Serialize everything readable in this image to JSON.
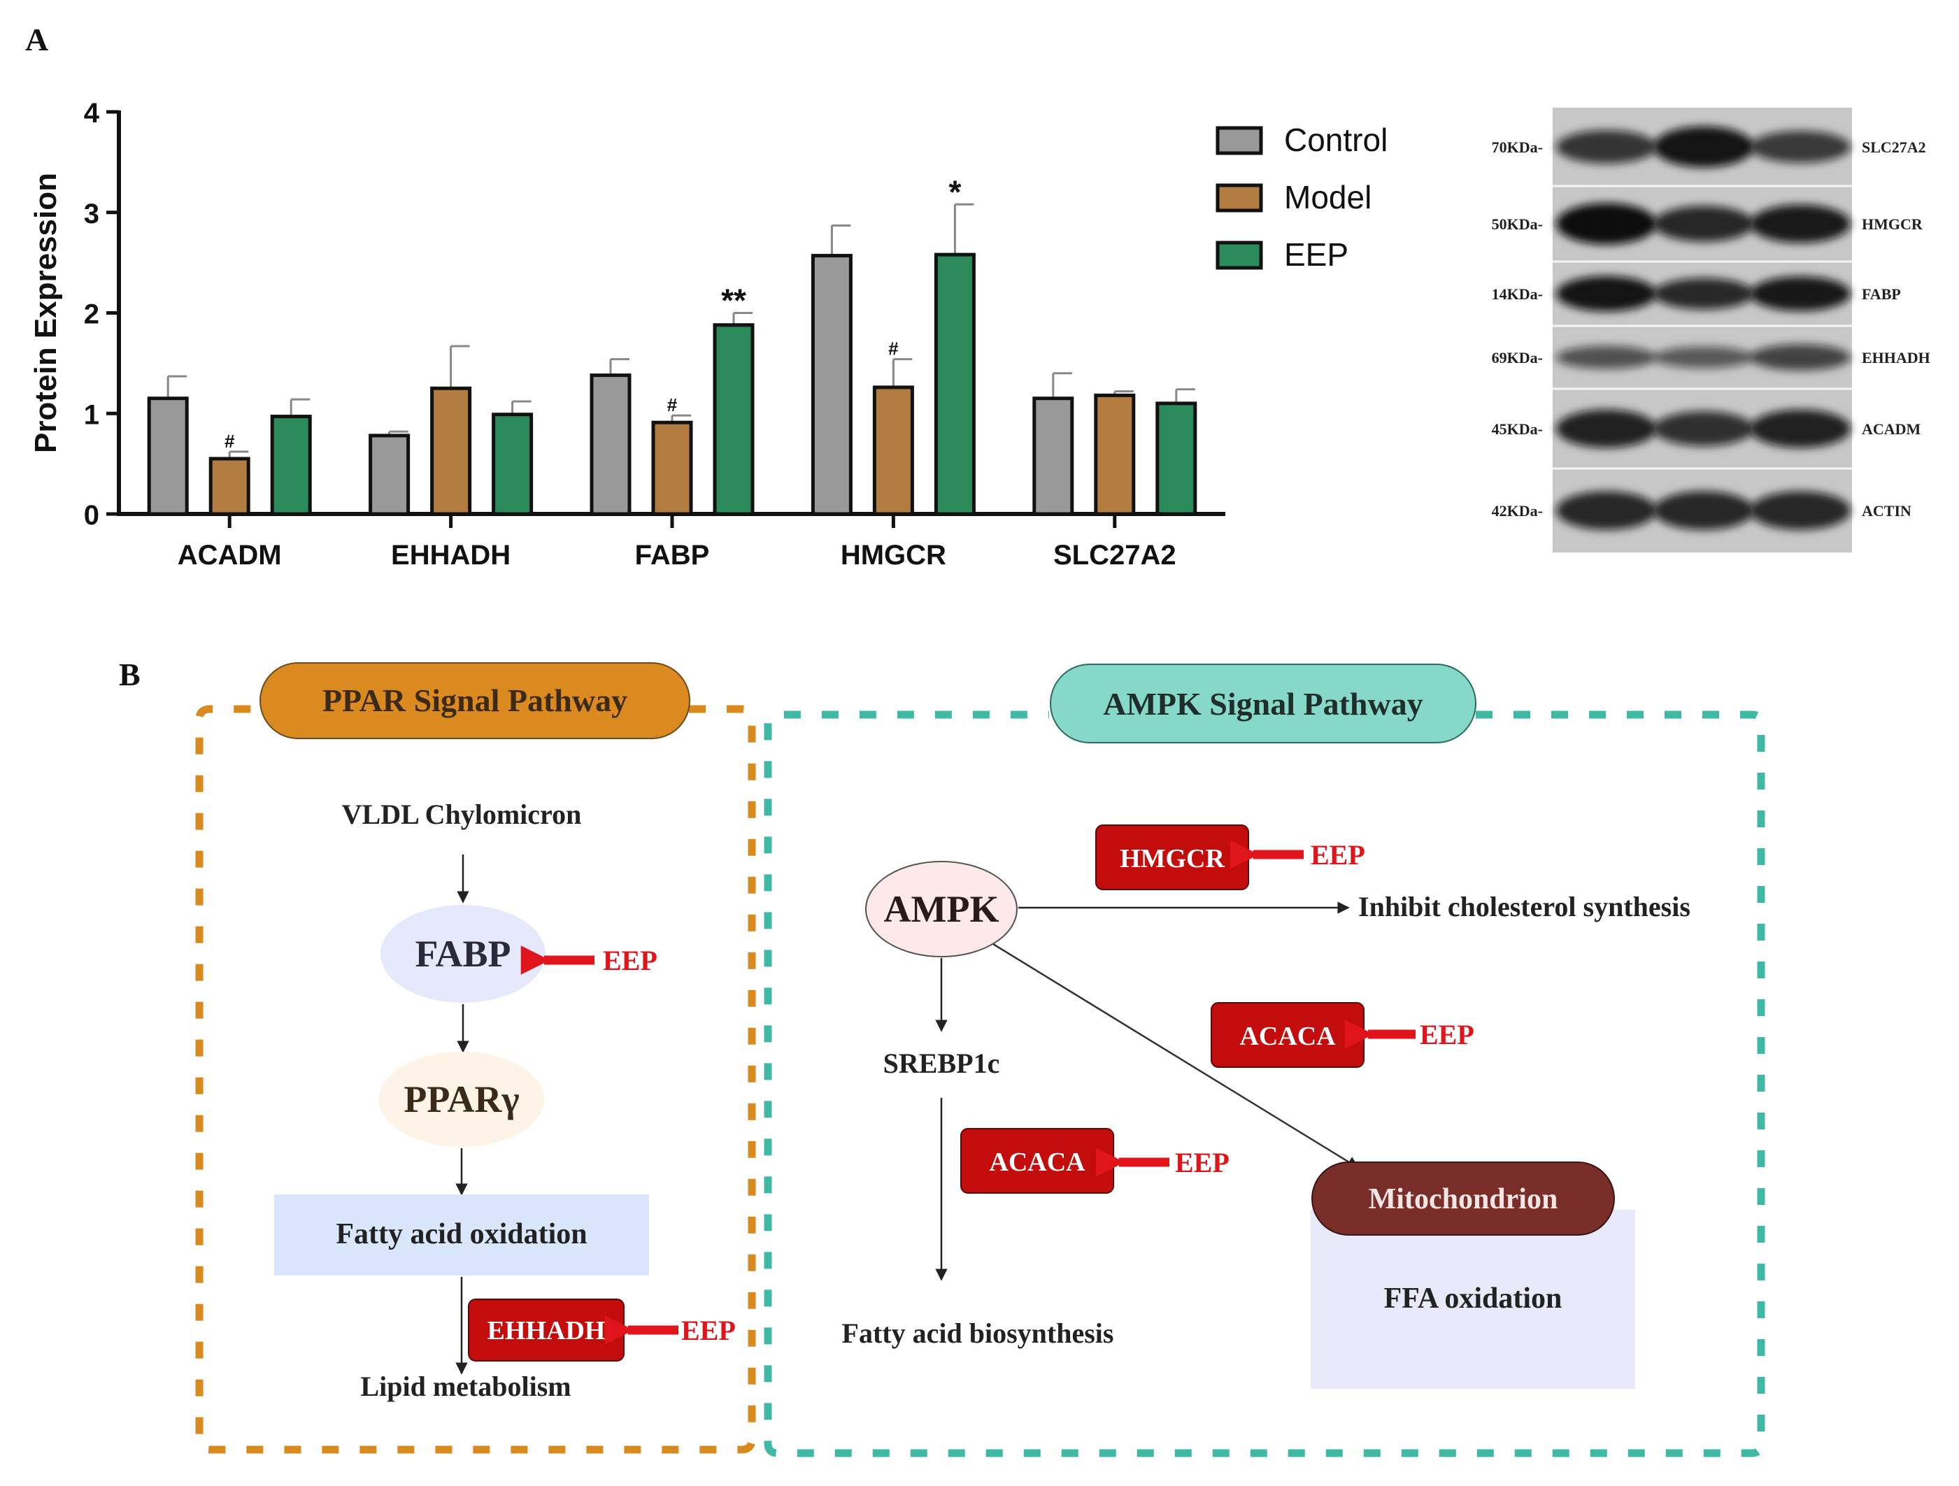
{
  "panel_a": {
    "label": "A",
    "chart_data": {
      "type": "bar",
      "categories": [
        "ACADM",
        "EHHADH",
        "FABP",
        "HMGCR",
        "SLC27A2"
      ],
      "series": [
        {
          "name": "Control",
          "values": [
            1.15,
            0.78,
            1.38,
            2.57,
            1.15
          ],
          "errors": [
            0.22,
            0.04,
            0.16,
            0.3,
            0.25
          ],
          "color": "#999999"
        },
        {
          "name": "Model",
          "values": [
            0.55,
            1.25,
            0.91,
            1.26,
            1.18
          ],
          "errors": [
            0.07,
            0.42,
            0.07,
            0.28,
            0.04
          ],
          "color": "#b27c41"
        },
        {
          "name": "EEP",
          "values": [
            0.97,
            0.99,
            1.88,
            2.58,
            1.1
          ],
          "errors": [
            0.17,
            0.13,
            0.12,
            0.5,
            0.14
          ],
          "color": "#2b8a5a"
        }
      ],
      "annotations": [
        {
          "series": "Model",
          "category": "ACADM",
          "text": "#"
        },
        {
          "series": "Model",
          "category": "FABP",
          "text": "#"
        },
        {
          "series": "EEP",
          "category": "FABP",
          "text": "**"
        },
        {
          "series": "Model",
          "category": "HMGCR",
          "text": "#"
        },
        {
          "series": "EEP",
          "category": "HMGCR",
          "text": "*"
        }
      ],
      "ylabel": "Protein Expression",
      "ylim": [
        0,
        4
      ],
      "yticks": [
        "0",
        "1",
        "2",
        "3",
        "4"
      ],
      "legend": "top-right",
      "grid": false
    },
    "blot": {
      "lanes": 3,
      "rows": [
        {
          "kda": "70KDa-",
          "name": "SLC27A2",
          "intensity": [
            0.72,
            0.95,
            0.68
          ]
        },
        {
          "kda": "50KDa-",
          "name": "HMGCR",
          "intensity": [
            1.0,
            0.82,
            0.9
          ]
        },
        {
          "kda": "14KDa-",
          "name": "FABP",
          "intensity": [
            0.95,
            0.8,
            0.92
          ]
        },
        {
          "kda": "69KDa-",
          "name": "EHHADH",
          "intensity": [
            0.5,
            0.45,
            0.62
          ]
        },
        {
          "kda": "45KDa-",
          "name": "ACADM",
          "intensity": [
            0.85,
            0.75,
            0.85
          ]
        },
        {
          "kda": "42KDa-",
          "name": "ACTIN",
          "intensity": [
            0.82,
            0.82,
            0.82
          ]
        }
      ]
    }
  },
  "panel_b": {
    "label": "B",
    "ppar": {
      "title": "PPAR Signal Pathway",
      "vldl": "VLDL Chylomicron",
      "fabp": "FABP",
      "ppar_gamma": "PPARγ",
      "fatty_acid_oxidation": "Fatty acid oxidation",
      "ehhadh": "EHHADH",
      "lipid_metabolism": "Lipid metabolism",
      "eep_fabp": "EEP",
      "eep_ehhadh": "EEP"
    },
    "ampk": {
      "title": "AMPK Signal Pathway",
      "ampk": "AMPK",
      "hmgcr": "HMGCR",
      "eep_hmgcr": "EEP",
      "inhibit": "Inhibit cholesterol synthesis",
      "acaca_right": "ACACA",
      "eep_acaca_right": "EEP",
      "srebp": "SREBP1c",
      "acaca_left": "ACACA",
      "eep_acaca_left": "EEP",
      "fatty_acid_biosynthesis": "Fatty acid biosynthesis",
      "mitochondrion": "Mitochondrion",
      "ffa_oxidation": "FFA oxidation"
    },
    "colors": {
      "ppar_border": "#d88a1e",
      "ppar_title_bg": "#db8a1f",
      "ampk_border": "#3fb9a6",
      "ampk_title_bg": "#86d8c8",
      "fabp_bg": "#e6e9fb",
      "ppar_gamma_bg": "#fdf3e6",
      "fao_bg": "#d9e6fb",
      "ampk_bg": "#fde8ea",
      "target_box": "#c30d0d",
      "eep_red": "#e0141b",
      "mito_bg": "#7a2e2a",
      "ffa_bg": "#e8e9fb"
    }
  }
}
